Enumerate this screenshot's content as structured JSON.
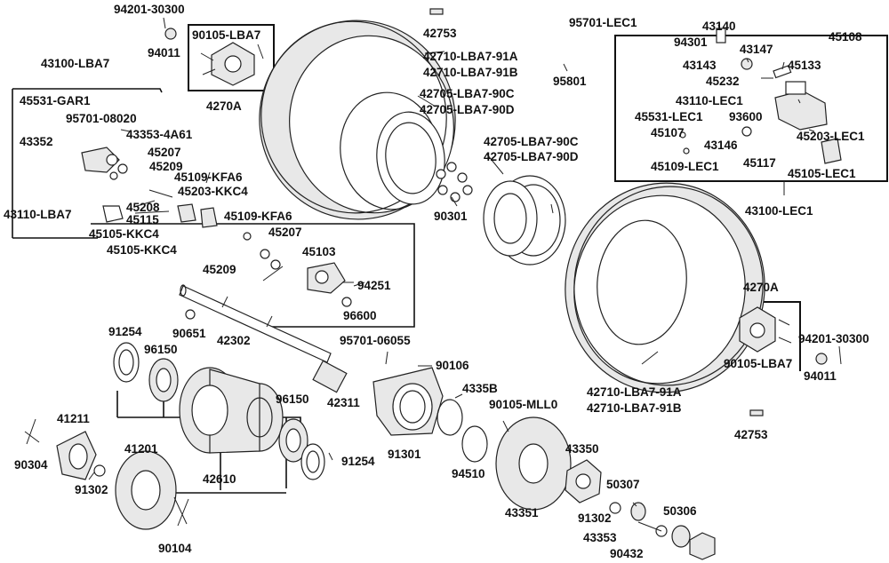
{
  "part_labels": [
    "94201-30300",
    "90105-LBA7",
    "94011",
    "4270A",
    "43100-LBA7",
    "45531-GAR1",
    "95701-08020",
    "43353-4A61",
    "43352",
    "45207",
    "45209",
    "45109-KFA6",
    "45203-KKC4",
    "45208",
    "45115",
    "43110-LBA7",
    "45105-KKC4",
    "45105-KKC4",
    "45109-KFA6",
    "45207",
    "45103",
    "45209",
    "94251",
    "96600",
    "42753",
    "42710-LBA7-91A",
    "42710-LBA7-91B",
    "42705-LBA7-90C",
    "42705-LBA7-90D",
    "95801",
    "42705-LBA7-90C",
    "42705-LBA7-90D",
    "90301",
    "95701-LEC1",
    "43140",
    "94301",
    "43147",
    "45108",
    "43143",
    "45133",
    "45232",
    "43110-LEC1",
    "45531-LEC1",
    "93600",
    "45107",
    "43146",
    "45203-LEC1",
    "45109-LEC1",
    "45117",
    "45105-LEC1",
    "43100-LEC1",
    "4270A",
    "94201-30300",
    "90105-LBA7",
    "94011",
    "42710-LBA7-91A",
    "42710-LBA7-91B",
    "42753",
    "91254",
    "96150",
    "90651",
    "42302",
    "95701-06055",
    "90106",
    "42311",
    "4335B",
    "90105-MLL0",
    "96150",
    "41211",
    "90304",
    "41201",
    "91302",
    "42610",
    "91254",
    "91301",
    "94510",
    "43350",
    "50307",
    "43351",
    "91302",
    "50306",
    "43353",
    "90432",
    "90104"
  ]
}
